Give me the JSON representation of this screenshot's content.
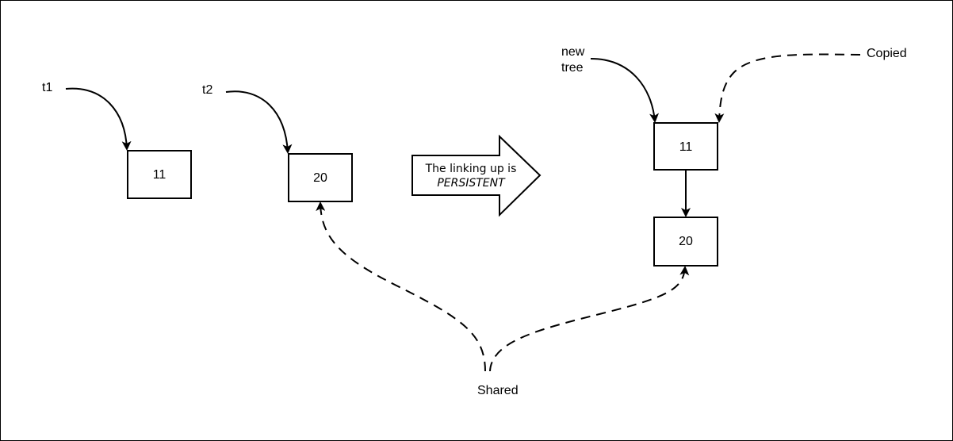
{
  "labels": {
    "t1": "t1",
    "t2": "t2",
    "new_tree_line1": "new",
    "new_tree_line2": "tree",
    "copied": "Copied",
    "shared": "Shared"
  },
  "nodes": {
    "t1_node": "11",
    "t2_node": "20",
    "new_root": "11",
    "new_child": "20"
  },
  "big_arrow": {
    "line1": "The linking up is",
    "line2": "PERSISTENT"
  }
}
